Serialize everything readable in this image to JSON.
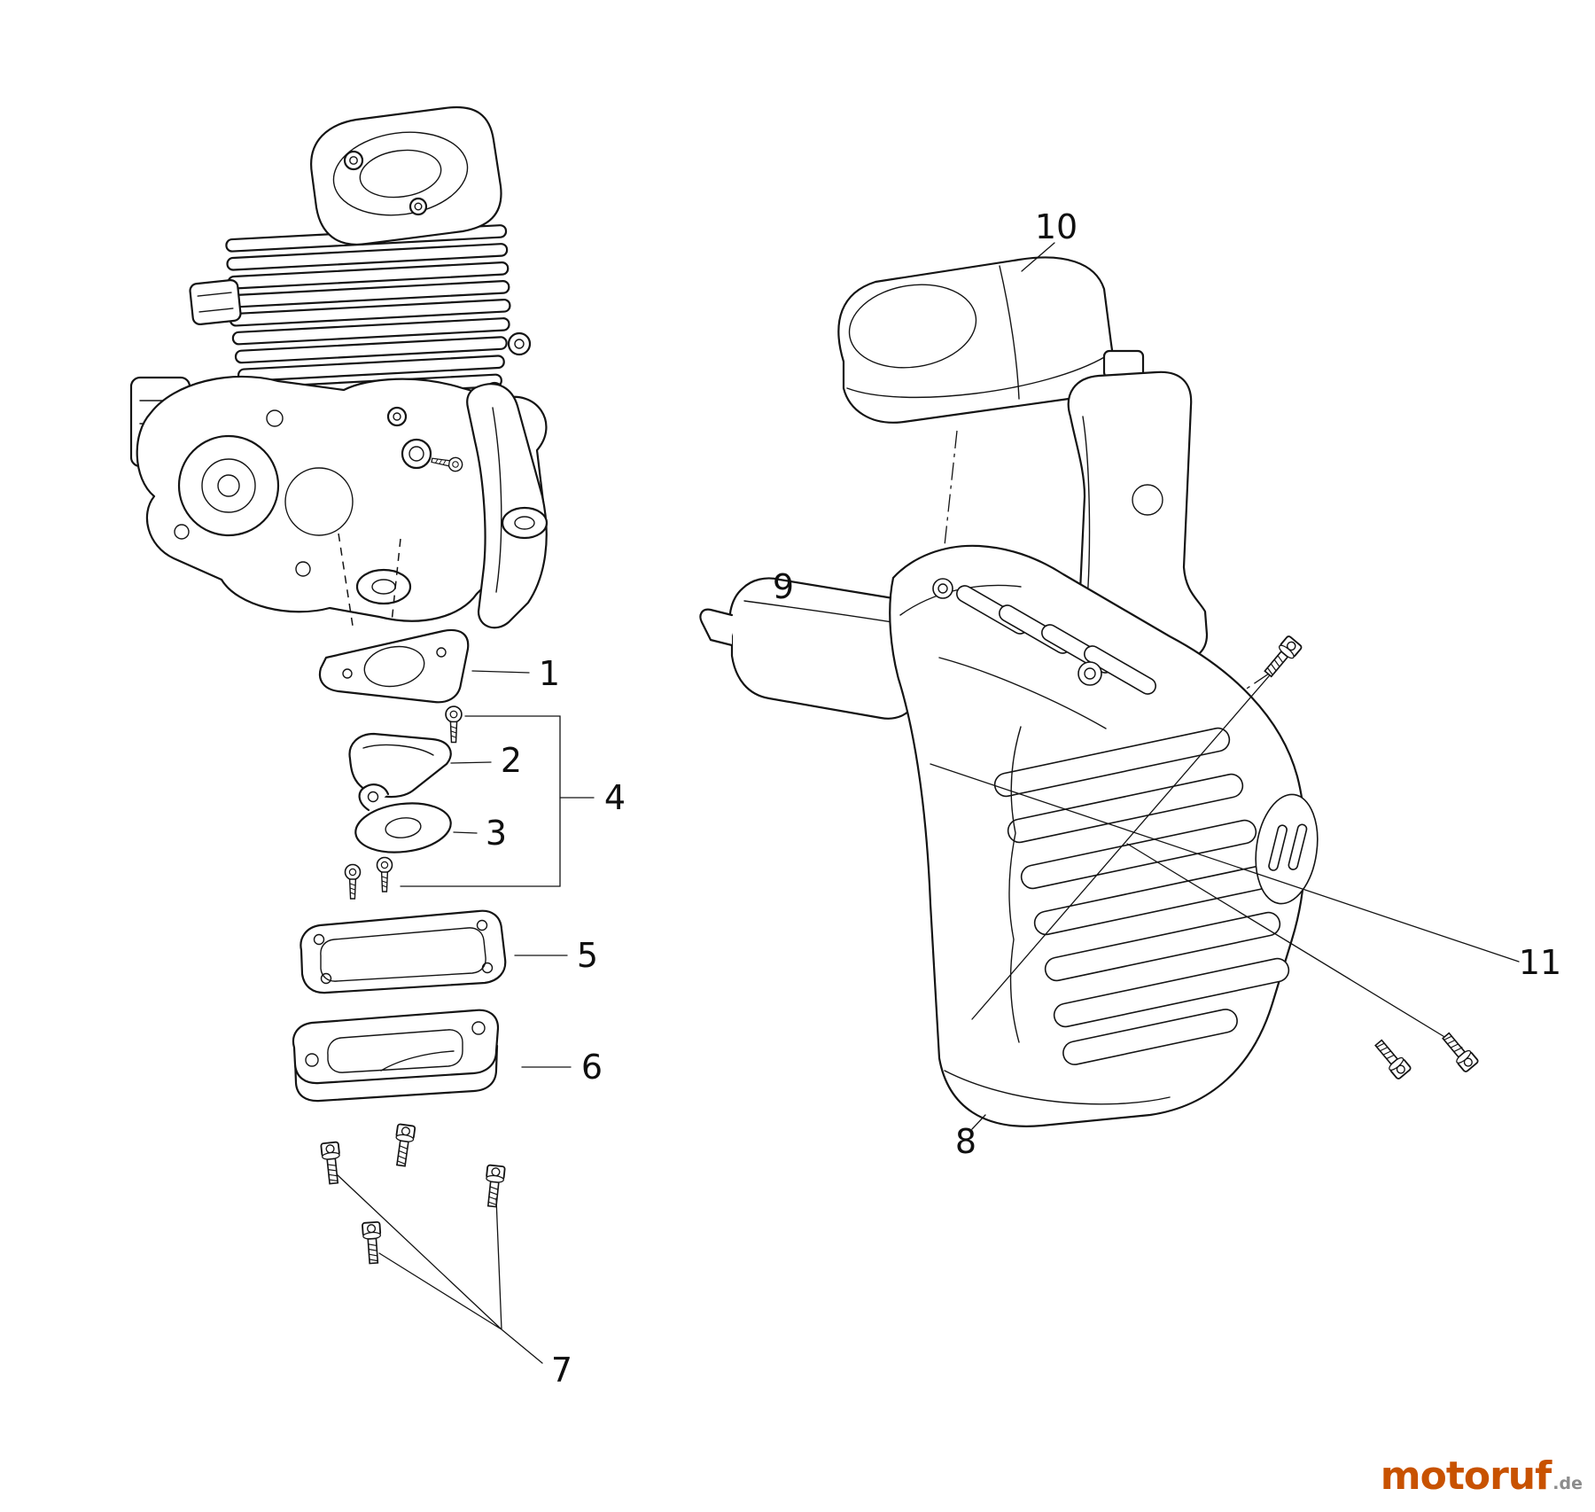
{
  "callouts": [
    {
      "label": "1"
    },
    {
      "label": "2"
    },
    {
      "label": "3"
    },
    {
      "label": "4"
    },
    {
      "label": "5"
    },
    {
      "label": "6"
    },
    {
      "label": "7"
    },
    {
      "label": "8"
    },
    {
      "label": "9"
    },
    {
      "label": "10"
    },
    {
      "label": "11"
    }
  ],
  "watermark": {
    "brand": "motoruf",
    "tld": ".de"
  },
  "colors": {
    "line": "#141414",
    "background": "#ffffff",
    "brand_orange": "#c85200",
    "brand_gray": "#8c8c8c"
  }
}
